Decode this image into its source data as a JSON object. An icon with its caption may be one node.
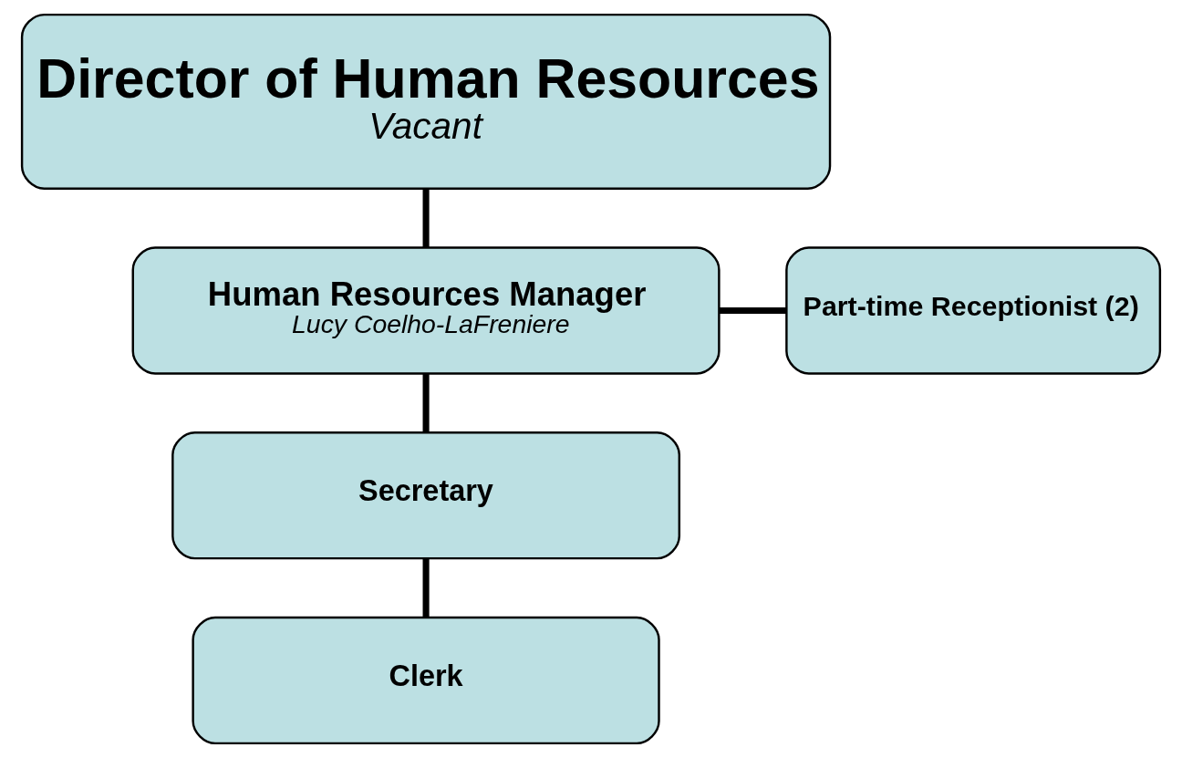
{
  "diagram": {
    "nodes": [
      {
        "text": [
          "Director of Human Resources",
          "Vacant"
        ]
      },
      {
        "text": [
          "Human Resources Manager",
          "Lucy Coelho-LaFreniere"
        ]
      },
      {
        "text": [
          "Part-time Receptionist (2)"
        ]
      },
      {
        "text": [
          "Secretary"
        ]
      },
      {
        "text": [
          "Clerk"
        ]
      }
    ],
    "edges": [
      {
        "from": 0,
        "to": 1,
        "arrow": "none"
      },
      {
        "from": 1,
        "to": 2,
        "arrow": "none"
      },
      {
        "from": 1,
        "to": 3,
        "arrow": "none"
      },
      {
        "from": 3,
        "to": 4,
        "arrow": "none"
      }
    ]
  }
}
